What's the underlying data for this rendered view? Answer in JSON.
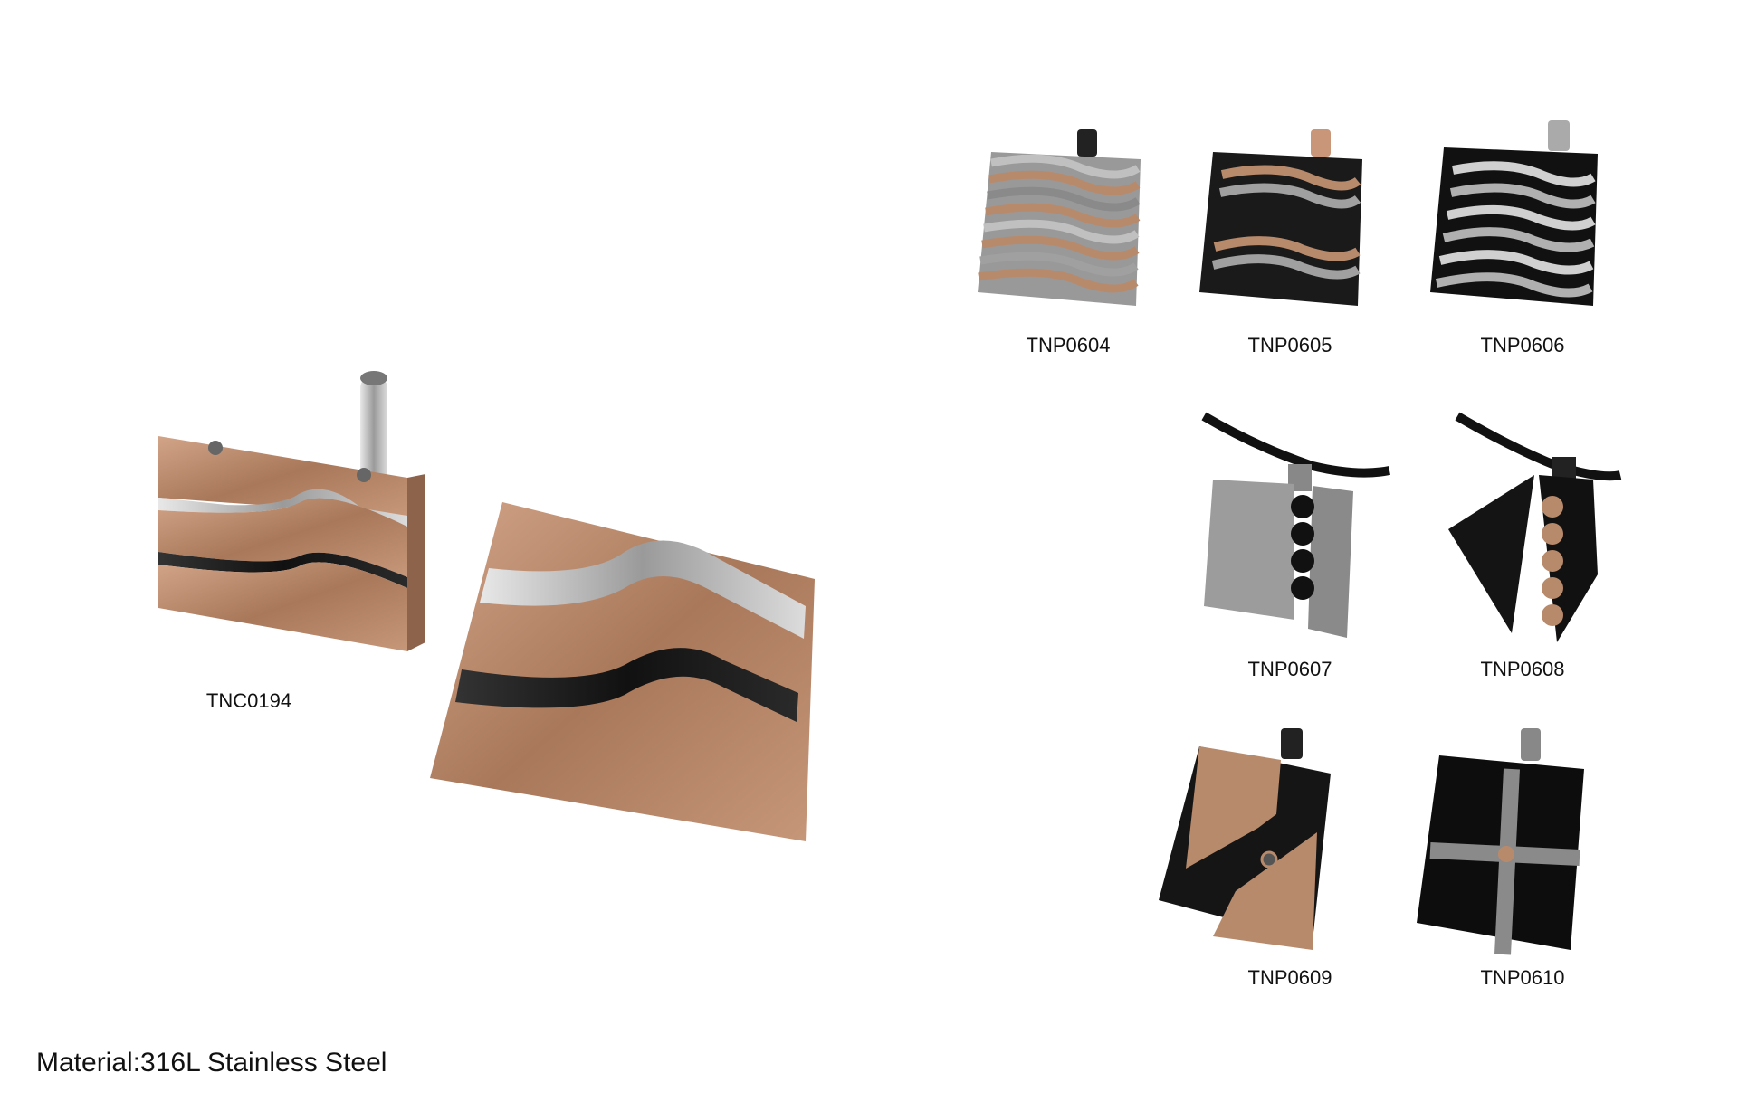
{
  "products": {
    "cufflink": {
      "code": "TNC0194"
    },
    "p0604": {
      "code": "TNP0604"
    },
    "p0605": {
      "code": "TNP0605"
    },
    "p0606": {
      "code": "TNP0606"
    },
    "p0607": {
      "code": "TNP0607"
    },
    "p0608": {
      "code": "TNP0608"
    },
    "p0609": {
      "code": "TNP0609"
    },
    "p0610": {
      "code": "TNP0610"
    }
  },
  "material": "Material:316L Stainless Steel",
  "colors": {
    "rose_gold": "#b88a6c",
    "steel": "#b9b9b9",
    "black": "#151515",
    "background": "#ffffff"
  }
}
